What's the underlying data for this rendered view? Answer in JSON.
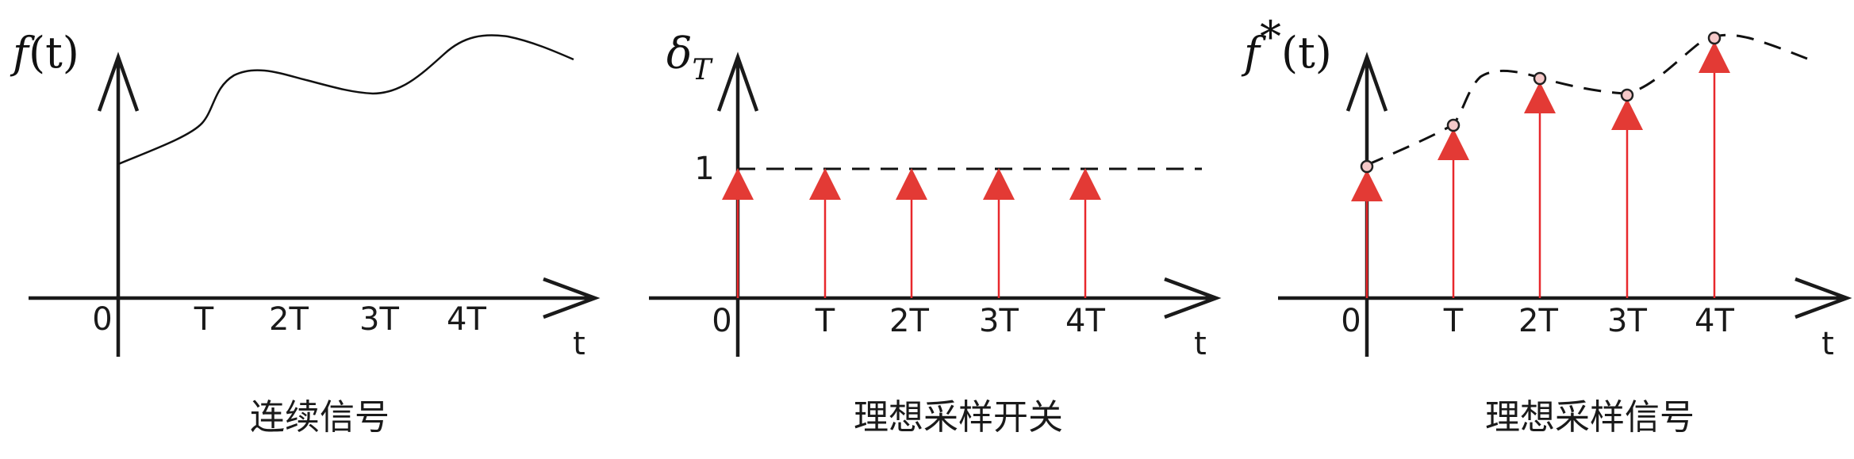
{
  "colors": {
    "impulse": "#e33a35",
    "axis": "#1a1a1a",
    "sample_dot_fill": "#f6c9c9"
  },
  "panels": [
    {
      "id": "continuous",
      "y_axis_label": {
        "main": "f",
        "args": "(t)"
      },
      "x_ticks": [
        "0",
        "T",
        "2T",
        "3T",
        "4T"
      ],
      "caption": "连续信号"
    },
    {
      "id": "switch",
      "y_axis_label": {
        "main": "δ",
        "sub": "T"
      },
      "level_label": "1",
      "x_ticks": [
        "0",
        "T",
        "2T",
        "3T",
        "4T"
      ],
      "x_axis_var": "t",
      "caption": "理想采样开关"
    },
    {
      "id": "sampled",
      "y_axis_label": {
        "main": "f",
        "sup": "*",
        "args": "(t)"
      },
      "x_ticks": [
        "0",
        "T",
        "2T",
        "3T",
        "4T"
      ],
      "x_axis_var": "t",
      "caption": "理想采样信号"
    }
  ],
  "first_panel_x_axis_var": "t"
}
